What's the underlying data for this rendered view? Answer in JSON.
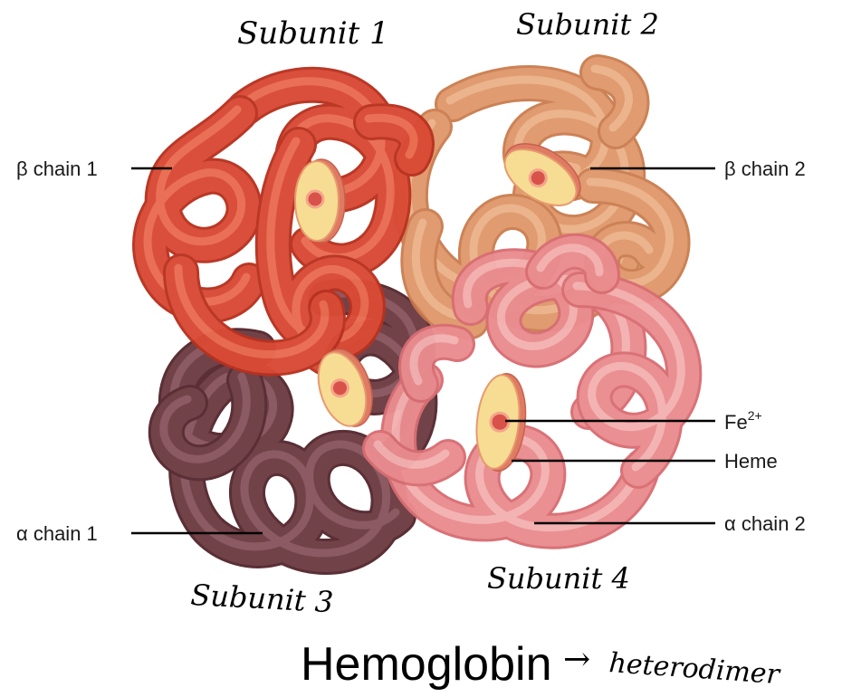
{
  "colors": {
    "beta1": "#d94a35",
    "beta1_light": "#ef7a5e",
    "beta1_edge": "#b8321f",
    "beta2": "#de9466",
    "beta2_light": "#f0bb92",
    "beta2_edge": "#c9794a",
    "alpha1": "#6e3c44",
    "alpha1_light": "#936069",
    "alpha1_edge": "#55292f",
    "alpha2": "#ea8c8f",
    "alpha2_light": "#f7c0bd",
    "alpha2_edge": "#d86e73",
    "heme_face": "#f7dc93",
    "heme_rim": "#e07b63",
    "iron": "#d9524a"
  },
  "labels": {
    "beta_chain_1": "β chain 1",
    "beta_chain_2": "β chain 2",
    "alpha_chain_1": "α chain 1",
    "alpha_chain_2": "α chain 2",
    "fe": "Fe",
    "fe_charge": "2+",
    "heme": "Heme"
  },
  "annotations": {
    "subunit_1": "Subunit 1",
    "subunit_2": "Subunit 2",
    "subunit_3": "Subunit 3",
    "subunit_4": "Subunit 4",
    "arrow": "→",
    "heterodimer": "heterodimer"
  },
  "title": "Hemoglobin"
}
